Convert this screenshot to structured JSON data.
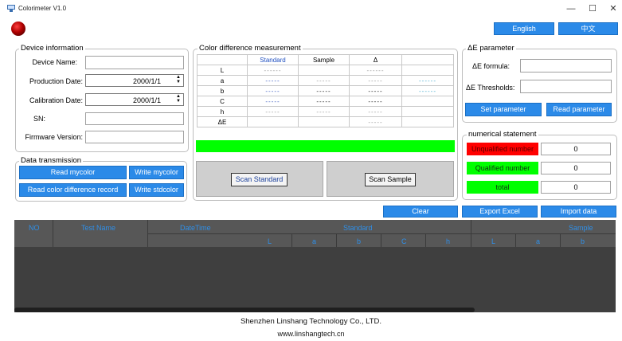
{
  "window": {
    "title": "Colorimeter V1.0",
    "controls": {
      "minimize": "—",
      "maximize": "☐",
      "close": "✕"
    }
  },
  "language": {
    "english": "English",
    "chinese": "中文"
  },
  "device_info": {
    "title": "Device information",
    "device_name_label": "Device Name:",
    "device_name_value": "",
    "production_date_label": "Production Date:",
    "production_date_value": "2000/1/1",
    "calibration_date_label": "Calibration Date:",
    "calibration_date_value": "2000/1/1",
    "sn_label": "SN:",
    "sn_value": "",
    "firmware_label": "Firmware Version:",
    "firmware_value": ""
  },
  "data_transmission": {
    "title": "Data transmission",
    "read_mycolor": "Read mycolor",
    "write_mycolor": "Write mycolor",
    "read_color_difference": "Read color difference record",
    "write_stdcolor": "Write stdcolor"
  },
  "measurement": {
    "title": "Color difference measurement",
    "headers": [
      "",
      "Standard",
      "Sample",
      "Δ",
      ""
    ],
    "rows": [
      {
        "label": "L",
        "std": "------",
        "smp": "",
        "delta": "------",
        "extra": ""
      },
      {
        "label": "a",
        "std": "-----",
        "smp": "-----",
        "delta": "-----",
        "extra": "------"
      },
      {
        "label": "b",
        "std": "-----",
        "smp": "-----",
        "delta": "-----",
        "extra": "------"
      },
      {
        "label": "C",
        "std": "-----",
        "smp": "-----",
        "delta": "-----",
        "extra": ""
      },
      {
        "label": "h",
        "std": "-----",
        "smp": "-----",
        "delta": "-----",
        "extra": ""
      },
      {
        "label": "ΔE",
        "std": "",
        "smp": "",
        "delta": "-----",
        "extra": ""
      }
    ],
    "scan_standard": "Scan Standard",
    "scan_sample": "Scan Sample"
  },
  "de_parameter": {
    "title": "ΔE parameter",
    "formula_label": "ΔE formula:",
    "formula_value": "",
    "thresholds_label": "ΔE Thresholds:",
    "thresholds_value": "",
    "set_parameter": "Set parameter",
    "read_parameter": "Read parameter"
  },
  "numerical_statement": {
    "title": "numerical statement",
    "unqualified_label": "Unqualified number",
    "unqualified_value": "0",
    "qualified_label": "Qualified number",
    "qualified_value": "0",
    "total_label": "total",
    "total_value": "0"
  },
  "actions": {
    "clear": "Clear",
    "export_excel": "Export Excel",
    "import_data": "Import data"
  },
  "grid": {
    "headers": {
      "no": "NO",
      "test_name": "Test Name",
      "datetime": "DateTime",
      "standard": "Standard",
      "sample": "Sample"
    },
    "standard_sub": [
      "L",
      "a",
      "b",
      "C",
      "h"
    ],
    "sample_sub": [
      "L",
      "a",
      "b"
    ]
  },
  "footer": {
    "company": "Shenzhen Linshang Technology Co., LTD.",
    "website": "www.linshangtech.cn"
  },
  "colors": {
    "accent_blue": "#2b8ae8",
    "led_red": "#c00000",
    "status_green": "#00ff00",
    "unqualified_red": "#ff0000",
    "grid_bg": "#3f3f3f",
    "grid_header_text": "#2f8fe8"
  }
}
